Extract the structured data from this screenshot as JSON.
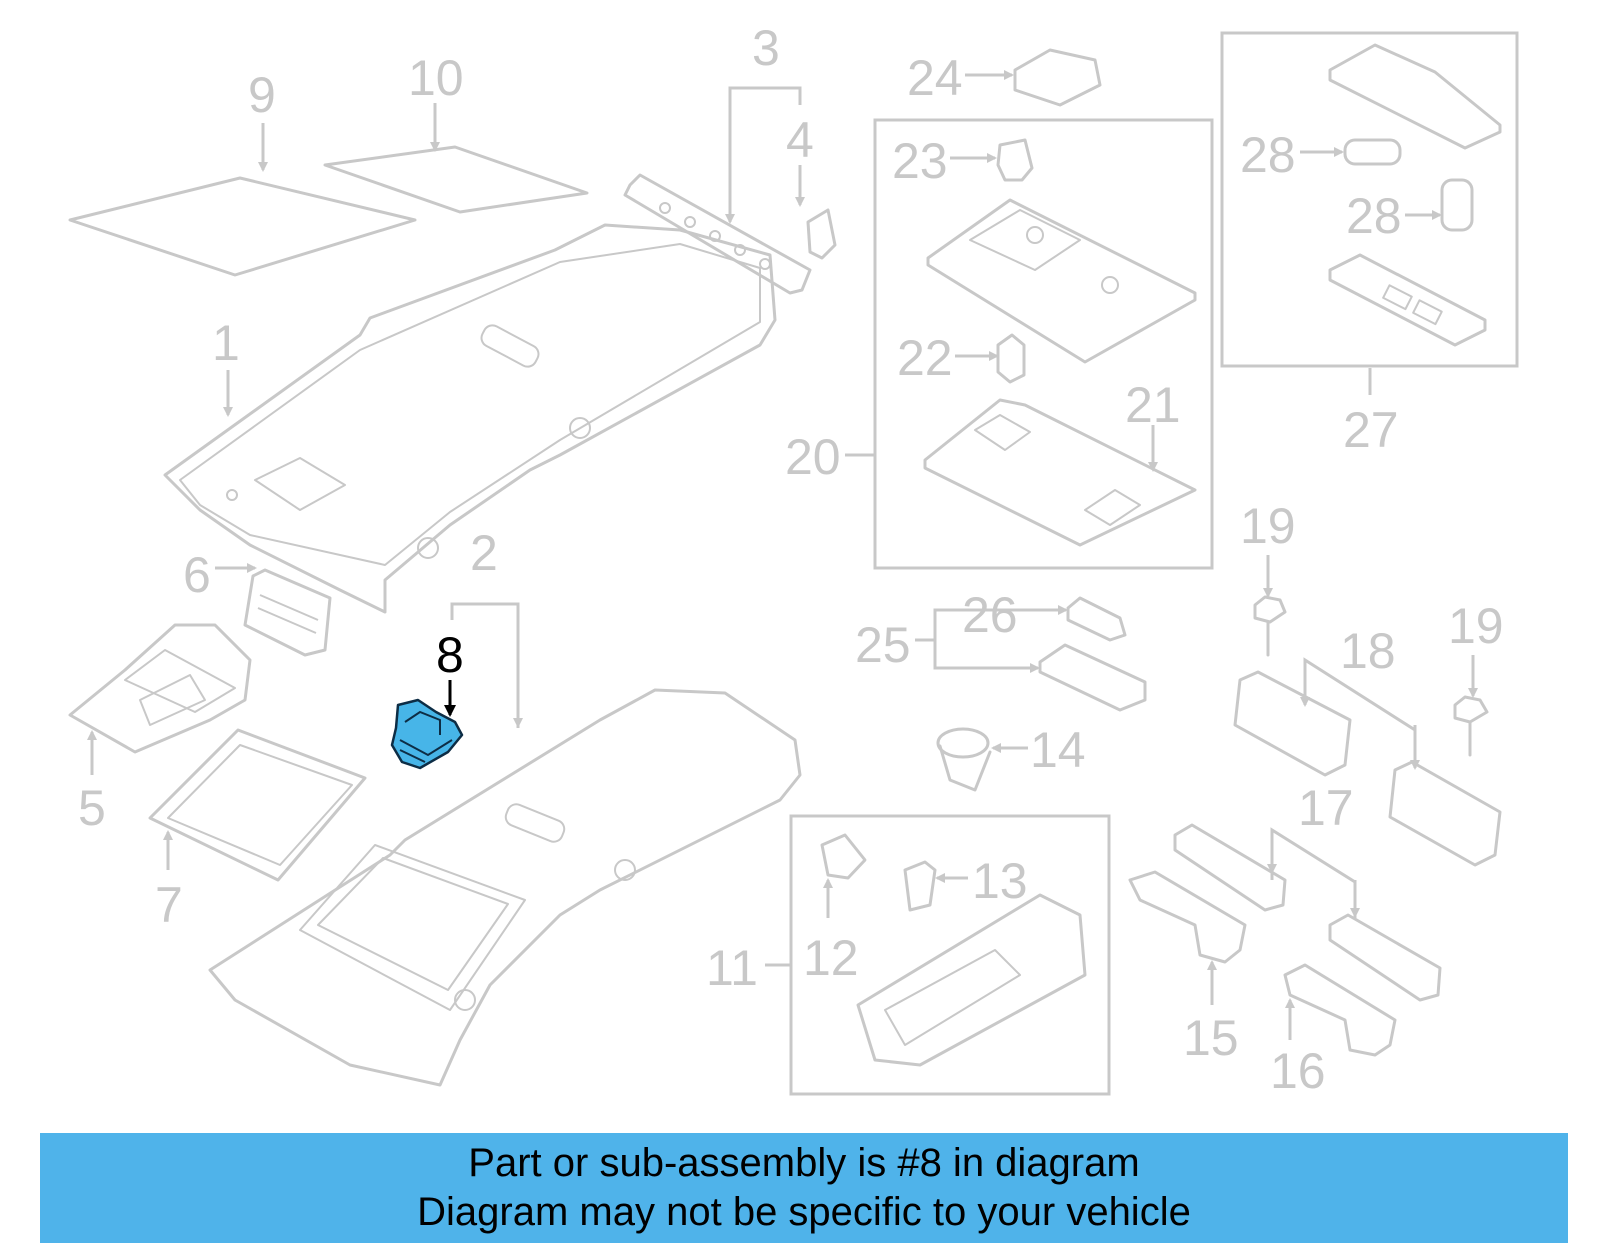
{
  "diagram": {
    "callouts": [
      "1",
      "2",
      "3",
      "4",
      "5",
      "6",
      "7",
      "8",
      "9",
      "10",
      "11",
      "12",
      "13",
      "14",
      "15",
      "16",
      "17",
      "18",
      "19",
      "19",
      "20",
      "21",
      "22",
      "23",
      "24",
      "25",
      "26",
      "27",
      "28",
      "28"
    ],
    "highlighted_part": "8"
  },
  "banner": {
    "line1": "Part or sub-assembly is #8 in diagram",
    "line2": "Diagram may not be specific to your vehicle"
  },
  "colors": {
    "banner_bg": "#4fb3ea",
    "line_art": "#c8c8c8",
    "highlight_fill": "#47b5e8"
  }
}
